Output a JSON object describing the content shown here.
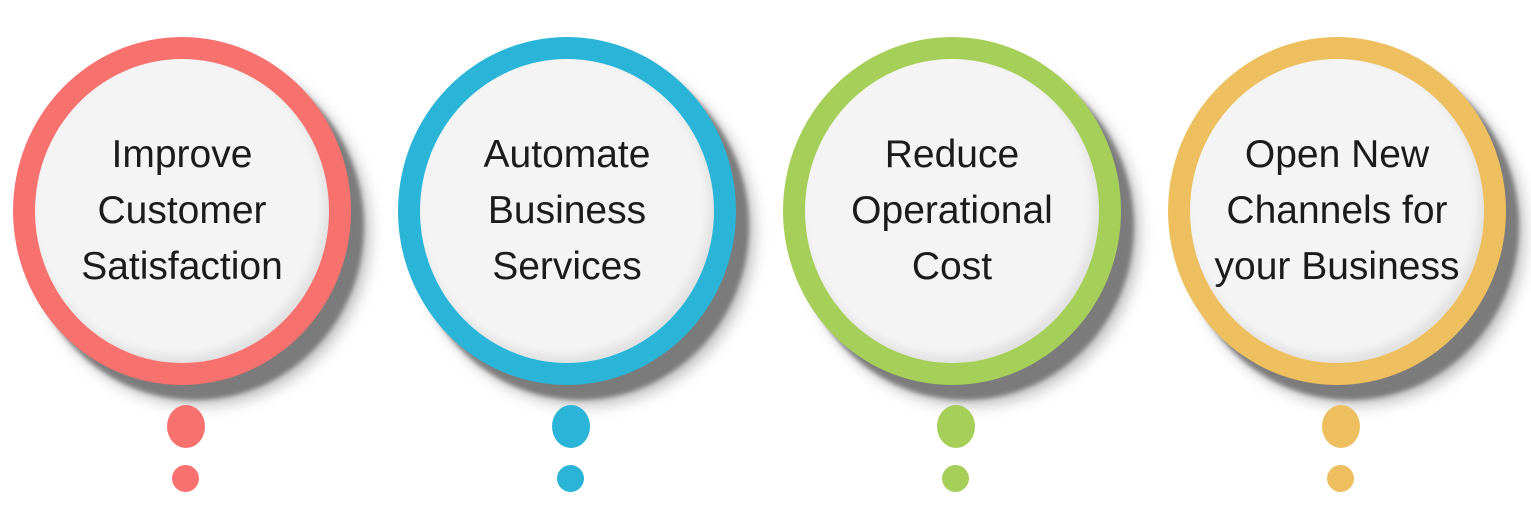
{
  "background_color": "#ffffff",
  "fill_color": "#f4f4f4",
  "text_color": "#1b1b1b",
  "shadow_color": "#606060",
  "bubbles": [
    {
      "id": "improve-customer-satisfaction",
      "color": "#f7716f",
      "lines": [
        "Improve",
        "Customer",
        "Satisfaction"
      ],
      "full_text": "Improve Customer Satisfaction"
    },
    {
      "id": "automate-business-services",
      "color": "#2ab5d8",
      "lines": [
        "Automate",
        "Business",
        "Services"
      ],
      "full_text": "Automate Business Services"
    },
    {
      "id": "reduce-operational-cost",
      "color": "#a6cf5a",
      "lines": [
        "Reduce",
        "Operational",
        "Cost"
      ],
      "full_text": "Reduce Operational Cost"
    },
    {
      "id": "open-new-channels",
      "color": "#edbf5f",
      "lines": [
        "Open New",
        "Channels for",
        "your Business"
      ],
      "full_text": "Open New Channels for your Business"
    }
  ]
}
